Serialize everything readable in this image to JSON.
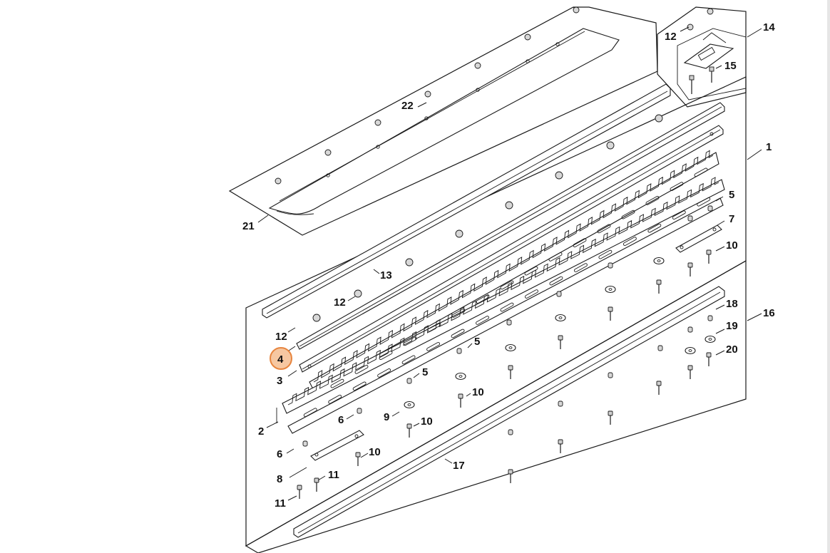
{
  "labels": {
    "p1": "1",
    "p2": "2",
    "p3": "3",
    "p4": "4",
    "p5a": "5",
    "p5b": "5",
    "p5c": "5",
    "p6a": "6",
    "p6b": "6",
    "p7": "7",
    "p8": "8",
    "p9": "9",
    "p10a": "10",
    "p10b": "10",
    "p10c": "10",
    "p10d": "10",
    "p11a": "11",
    "p11b": "11",
    "p12a": "12",
    "p12b": "12",
    "p12c": "12",
    "p13": "13",
    "p14": "14",
    "p15": "15",
    "p16": "16",
    "p17": "17",
    "p18": "18",
    "p19": "19",
    "p20": "20",
    "p21": "21",
    "p22": "22"
  },
  "highlight": {
    "part": "4",
    "color": "#e7853f",
    "fill": "#f6c7a1"
  }
}
